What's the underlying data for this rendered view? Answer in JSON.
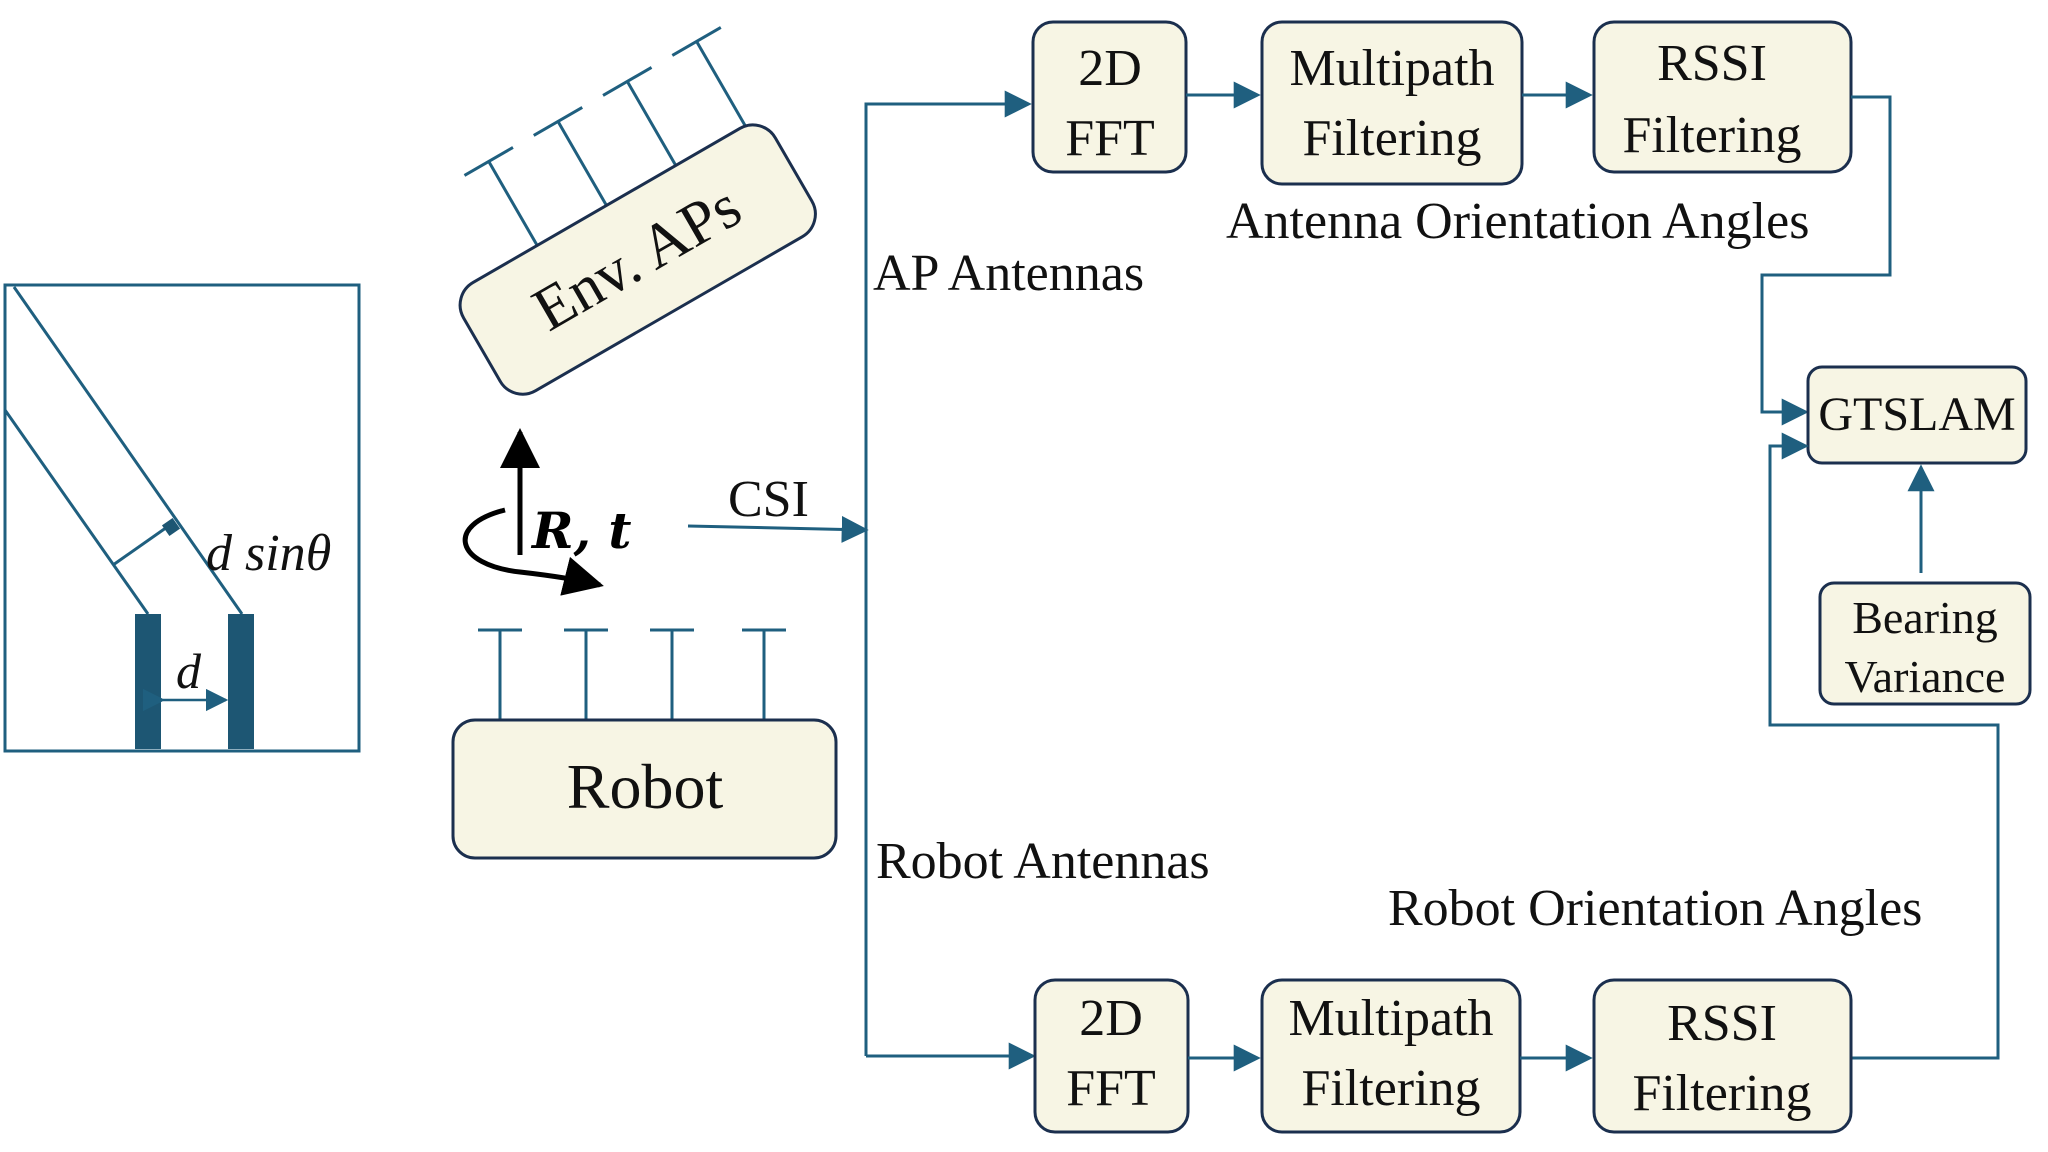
{
  "blocks": {
    "env_aps": "Env. APs",
    "robot": "Robot",
    "fft_top_l1": "2D",
    "fft_top_l2": "FFT",
    "multipath_top_l1": "Multipath",
    "multipath_top_l2": "Filtering",
    "rssi_top_l1": "RSSI",
    "rssi_top_l2": "Filtering",
    "fft_bot_l1": "2D",
    "fft_bot_l2": "FFT",
    "multipath_bot_l1": "Multipath",
    "multipath_bot_l2": "Filtering",
    "rssi_bot_l1": "RSSI",
    "rssi_bot_l2": "Filtering",
    "gtslam": "GTSLAM",
    "bearing_l1": "Bearing",
    "bearing_l2": "Variance"
  },
  "labels": {
    "csi": "CSI",
    "ap_antennas": "AP Antennas",
    "robot_antennas": "Robot Antennas",
    "antenna_orientation_angles": "Antenna Orientation Angles",
    "robot_orientation_angles": "Robot Orientation Angles",
    "rt_R": "R",
    "rt_sep": ", ",
    "rt_t": "t",
    "inset_d_sin": "d sin",
    "inset_theta": "θ",
    "inset_d": "d"
  },
  "colors": {
    "line": "#1f5f7f",
    "block_fill": "#f7f5e4",
    "block_stroke": "#1b2f4e",
    "bar": "#1d5673",
    "text": "#111111"
  }
}
